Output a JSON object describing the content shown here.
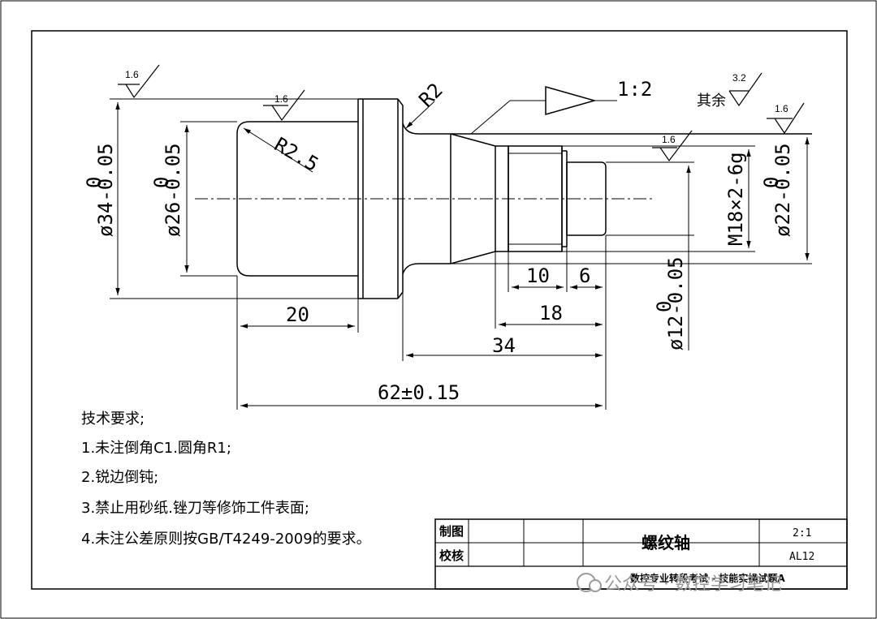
{
  "dimensions": {
    "od34": "ø34-0.05",
    "od34_upper": "0",
    "od26": "ø26-0.05",
    "od26_upper": "0",
    "od22": "ø22-0.05",
    "od22_upper": "0",
    "od12": "ø12-0.05",
    "od12_upper": "0",
    "thread": "M18×2-6g",
    "radius_r2": "R2",
    "radius_r25": "R2.5",
    "len_20": "20",
    "len_10": "10",
    "len_6": "6",
    "len_18": "18",
    "len_34": "34",
    "len_62": "62±0.15",
    "taper": "1:2"
  },
  "roughness": {
    "r1": "1.6",
    "r2": "1.6",
    "r3": "1.6",
    "r4": "1.6",
    "rest_label": "其余",
    "rest_value": "3.2"
  },
  "notes": {
    "title": "技术要求;",
    "items": [
      "1.未注倒角C1.圆角R1;",
      "2.锐边倒钝;",
      "3.禁止用砂纸.锉刀等修饰工件表面;",
      "4.未注公差原则按GB/T4249-2009的要求。"
    ]
  },
  "title_block": {
    "drawn_label": "制图",
    "checked_label": "校核",
    "part_name": "螺纹轴",
    "scale": "2:1",
    "code": "AL12",
    "exam": "数控专业转段考试 - 技能实操试题A"
  },
  "watermark": "公众号 · 数控学习笔记"
}
